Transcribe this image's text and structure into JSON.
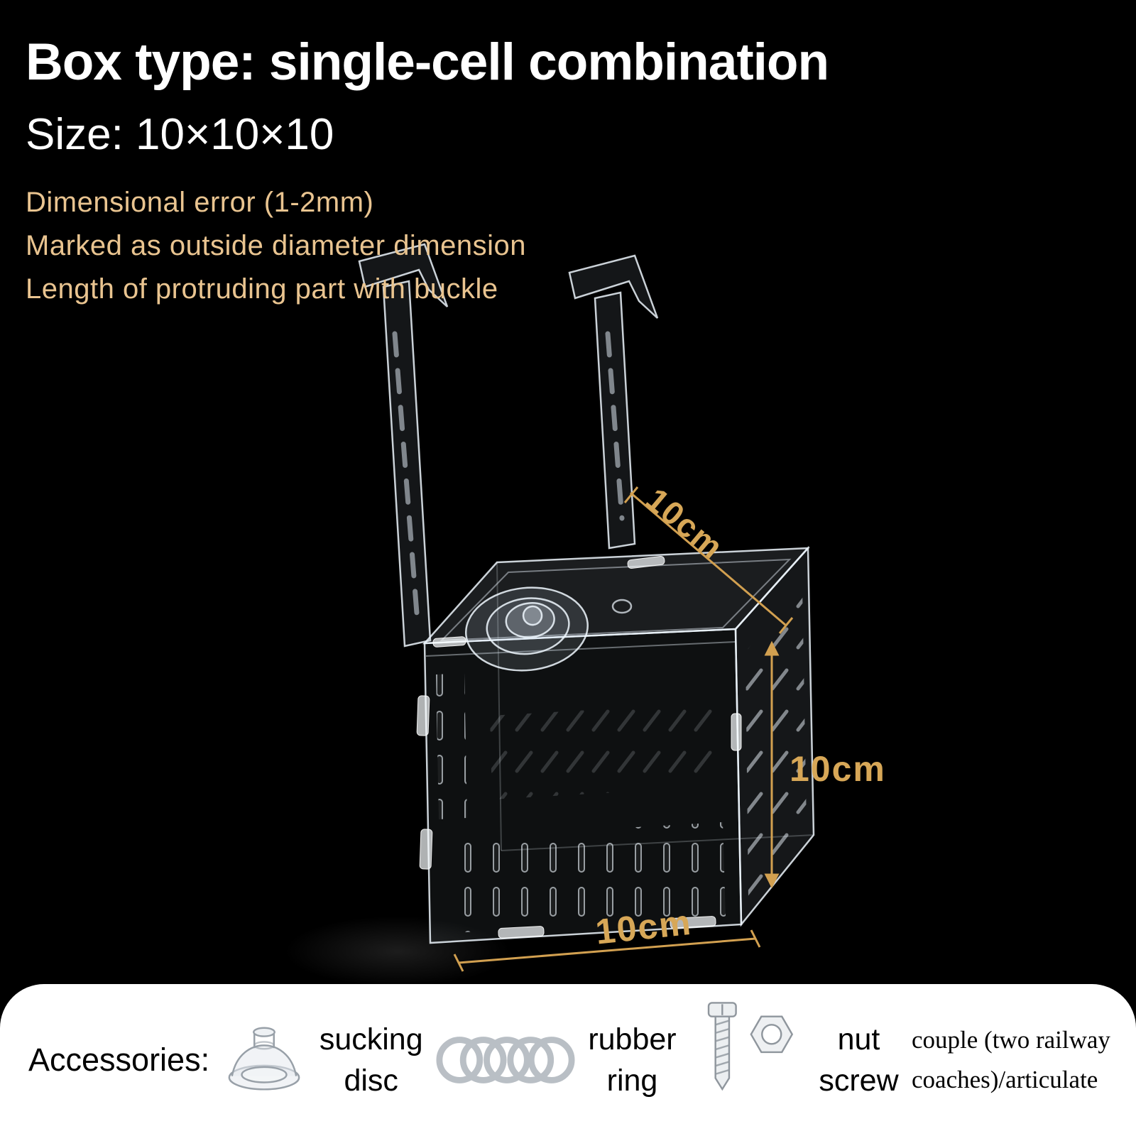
{
  "header": {
    "title": "Box type: single-cell combination",
    "size": "Size: 10×10×10",
    "notes": [
      "Dimensional error (1-2mm)",
      "Marked as outside diameter dimension",
      "Length of protruding part with buckle"
    ]
  },
  "diagram": {
    "dim_top": "10cm",
    "dim_right": "10cm",
    "dim_bottom": "10cm"
  },
  "accessories": {
    "label": "Accessories:",
    "items": [
      {
        "icon": "suction-cup-icon",
        "line1": "sucking",
        "line2": "disc"
      },
      {
        "icon": "rubber-rings-icon",
        "line1": "rubber",
        "line2": "ring"
      },
      {
        "icon": "nut-screw-icon",
        "line1": "nut",
        "line2": "screw"
      },
      {
        "icon": "none",
        "line1": "couple (two railway",
        "line2": "coaches)/articulate"
      }
    ]
  },
  "colors": {
    "background": "#000000",
    "title_text": "#ffffff",
    "note_text": "#e9c490",
    "dimension_text": "#d7a757",
    "dimension_line": "#d2a050",
    "acrylic_line": "#ecf5fc",
    "bar_background": "#ffffff",
    "bar_text": "#000000"
  }
}
